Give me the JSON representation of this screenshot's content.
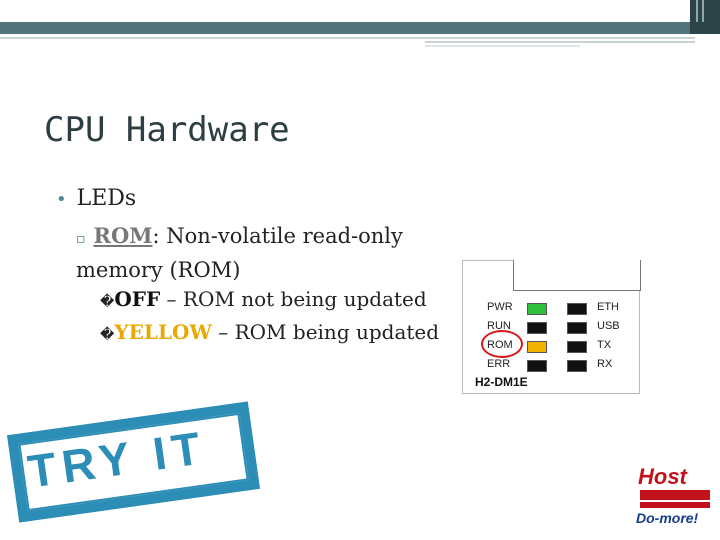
{
  "slide": {
    "title": "CPU Hardware",
    "bullet1": "LEDs",
    "bullet2_term": "ROM",
    "bullet2_rest": ": Non-volatile read-only memory (ROM)",
    "sub1_term": "OFF",
    "sub1_rest": " – ROM not being updated",
    "sub2_term": "YELLOW",
    "sub2_rest": " – ROM being updated",
    "glyph": "�"
  },
  "led_panel": {
    "model": "H2-DM1E",
    "left_labels": [
      "PWR",
      "RUN",
      "ROM",
      "ERR"
    ],
    "right_labels": [
      "ETH",
      "USB",
      "TX",
      "RX"
    ],
    "left_colors": [
      "#2fbf3a",
      "#111111",
      "#f0b400",
      "#111111"
    ],
    "right_colors": [
      "#111111",
      "#111111",
      "#111111",
      "#111111"
    ]
  },
  "stamp": {
    "text": "TRY IT"
  },
  "logo": {
    "brand": "Host",
    "product": "Do-more!"
  },
  "colors": {
    "accent": "#51737a",
    "stamp": "#2c8db6",
    "highlight": "#d31a1a"
  }
}
